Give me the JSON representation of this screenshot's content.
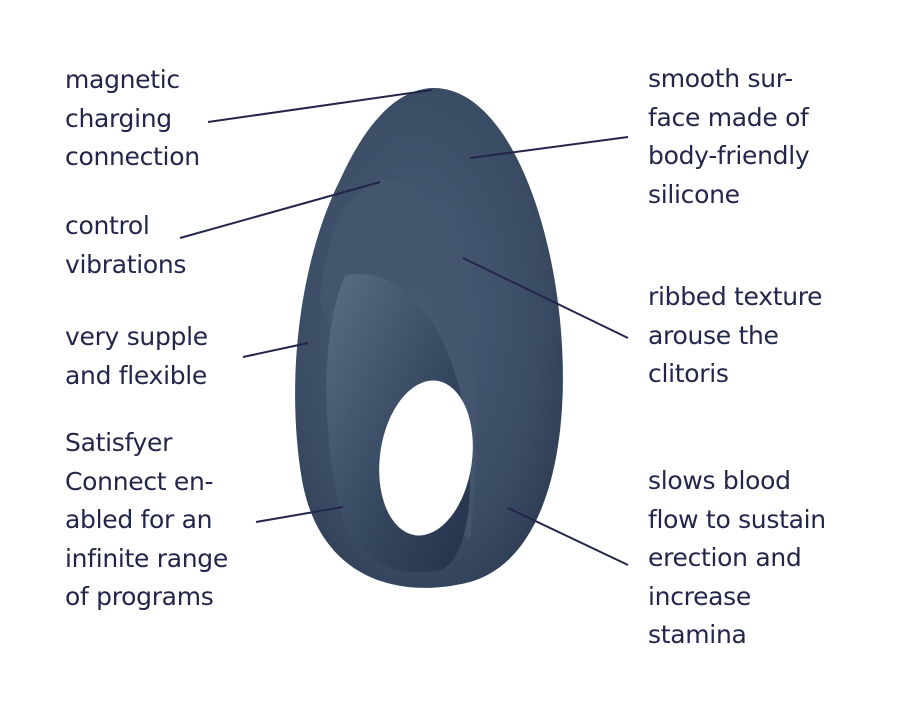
{
  "colors": {
    "text": "#23264a",
    "product": "#3e5068",
    "product_dark": "#24344b",
    "product_light": "#6a7d94",
    "leader_line": "#23264a"
  },
  "labels_left": [
    {
      "lines": [
        "magnetic",
        "charging",
        "connection"
      ]
    },
    {
      "lines": [
        "control",
        "vibrations"
      ]
    },
    {
      "lines": [
        "very supple",
        "and flexible"
      ]
    },
    {
      "lines": [
        "Satisfyer",
        "Connect en-",
        "abled for an",
        "infinite range",
        "of programs"
      ]
    }
  ],
  "labels_right": [
    {
      "lines": [
        "smooth sur-",
        "face made of",
        "body-friendly",
        "silicone"
      ]
    },
    {
      "lines": [
        "ribbed texture",
        "arouse the",
        "clitoris"
      ]
    },
    {
      "lines": [
        "slows blood",
        "flow to sustain",
        "erection and",
        "increase",
        "stamina"
      ]
    }
  ]
}
